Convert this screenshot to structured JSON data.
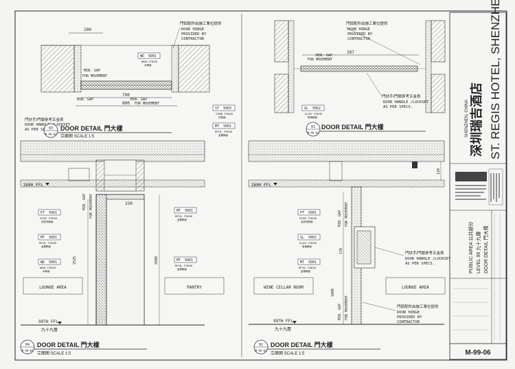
{
  "sheet_number": "M-99-06",
  "title_block": {
    "hotel_cn": "深圳瑞吉酒店",
    "hotel_en": "ST. REGIS HOTEL, SHENZHEN",
    "location": "SHENZHEN, CHINA",
    "area": "PUBLIC AREA 公共部分",
    "level": "LEVEL 99 九十九層",
    "drawing": "DOOR DETAIL 門大樣"
  },
  "details": [
    {
      "num": "03",
      "ref": "M-99-03",
      "title": "DOOR DETAIL 門大樣",
      "subtitle": "立面图 SCALE 1:5"
    },
    {
      "num": "01",
      "ref": "M-99-03",
      "title": "DOOR DETAIL 門大樣",
      "subtitle": ""
    },
    {
      "num": "04",
      "ref": "M-99-03",
      "title": "DOOR DETAIL 門大樣",
      "subtitle": "立面图 SCALE 1:5"
    },
    {
      "num": "02",
      "ref": "M-99-03",
      "title": "DOOR DETAIL 門大樣",
      "subtitle": "立面图 SCALE 1:5"
    }
  ],
  "notes": {
    "hinge_cn": "門鉸配件由施工單位提供",
    "hinge_en1": "DOOR HINGE",
    "hinge_en2": "PROVIDED BY",
    "hinge_en3": "CONTRACTOR",
    "handle_cn": "門扶手/門鎖參考五金表",
    "handle_en1": "DOOR HANDLE /LOCKSET",
    "handle_en2": "AS PER SPECS.",
    "min_gap": "MIN. GAP",
    "for_movement": "FOR MOVEMENT"
  },
  "tags": {
    "wd": {
      "code": "WD",
      "num": "9901",
      "cap": "WOOD FINISH",
      "cn": "木飾面"
    },
    "mt": {
      "code": "MT",
      "num": "9901",
      "cap": "METAL FINISH",
      "cn": "金屬飾面"
    },
    "st": {
      "code": "ST",
      "num": "9903",
      "cap": "STONE FINISH",
      "cn": "石飾面"
    },
    "pt": {
      "code": "PT",
      "num": "9901",
      "cap": "PAINT FINISH",
      "cn": "乳膠漆飾面"
    },
    "gl": {
      "code": "GL",
      "num": "9902",
      "cap": "GLASS FINISH",
      "cn": "玻璃飾面"
    }
  },
  "dims": {
    "d100": "100",
    "d790": "790",
    "d800": "800",
    "d287": "287",
    "d150": "150",
    "d2525": "2525",
    "d2600": "2600",
    "d120": "120",
    "d170": "170",
    "d1000": "1000"
  },
  "levels": {
    "ffl_2600": "2600 FFL",
    "ffl_99": "99TH FFL",
    "ffl_99_cn": "九十九層"
  },
  "rooms": {
    "lounge": "LOUNGE AREA",
    "pantry": "PANTRY",
    "wine": "WINE CELLAR ROOM",
    "lounge2": "LOUNGE AREA"
  }
}
